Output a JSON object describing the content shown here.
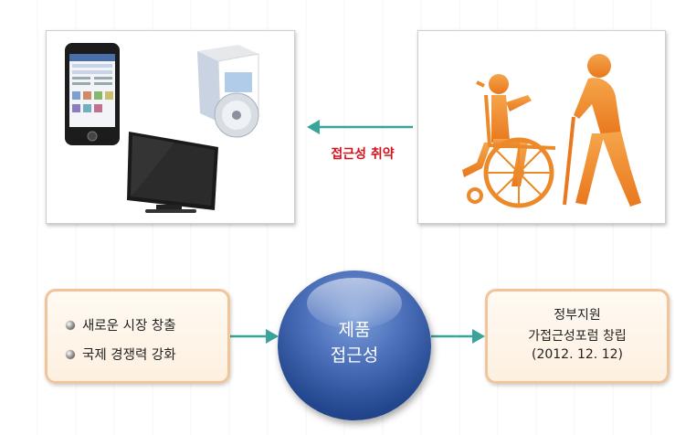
{
  "top": {
    "arrow_label": "접근성 취약"
  },
  "left_box": {
    "bullets": [
      "새로운 시장 창출",
      "국제 경쟁력 강화"
    ]
  },
  "center": {
    "line1": "제품",
    "line2": "접근성"
  },
  "right_box": {
    "line1": "정부지원",
    "line2": "가접근성포럼 창립",
    "line3": "(2012. 12. 12)"
  },
  "colors": {
    "accent_red": "#d0141e",
    "arrow_teal": "#3aa39b",
    "box_border": "#f2c49a",
    "circle_blue": "#23478e"
  }
}
